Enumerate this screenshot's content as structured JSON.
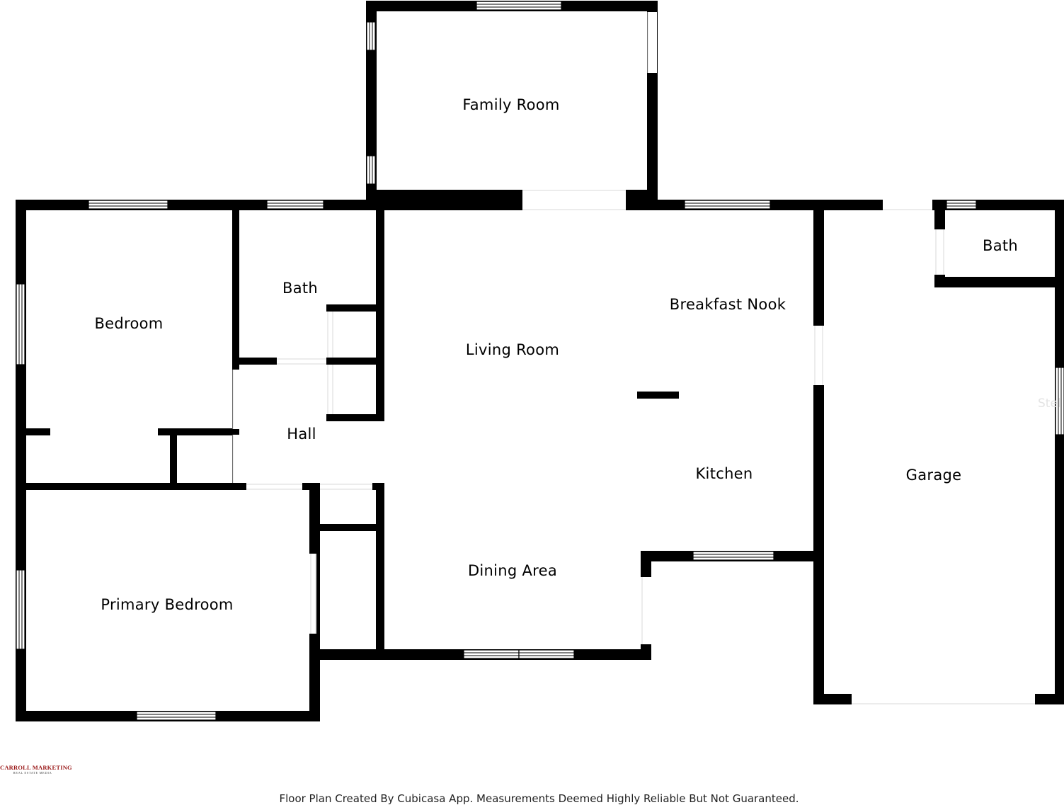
{
  "rooms": {
    "family_room": "Family Room",
    "bedroom": "Bedroom",
    "bath_1": "Bath",
    "living_room": "Living Room",
    "breakfast_nook": "Breakfast Nook",
    "bath_2": "Bath",
    "hall": "Hall",
    "kitchen": "Kitchen",
    "garage": "Garage",
    "dining_area": "Dining Area",
    "primary_bedroom": "Primary Bedroom"
  },
  "footer": {
    "disclaimer": "Floor Plan Created By Cubicasa App. Measurements Deemed Highly Reliable But Not Guaranteed."
  },
  "logo": {
    "brand": "CARROLL MARKETING",
    "tagline": "REAL ESTATE MEDIA"
  },
  "watermark": "Stel",
  "colors": {
    "wall": "#000000",
    "background": "#ffffff",
    "logo_brand": "#9b1b1b"
  }
}
